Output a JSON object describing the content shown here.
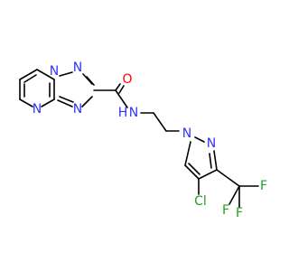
{
  "colors": {
    "bond": "#000000",
    "N": "#3333ff",
    "O": "#ff0000",
    "Cl": "#1fa01f",
    "F": "#1fa01f"
  },
  "atoms": {
    "n_pyrimidine": {
      "text": "N",
      "element": "N"
    },
    "n_bridge": {
      "text": "N",
      "element": "N"
    },
    "n_triazole_top": {
      "text": "N",
      "element": "N"
    },
    "n_triazole_bottom": {
      "text": "N",
      "element": "N"
    },
    "o_carbonyl": {
      "text": "O",
      "element": "O"
    },
    "n_amide": {
      "text": "N",
      "element": "N"
    },
    "h_amide": {
      "text": "H",
      "element": "N"
    },
    "n_pyrazole_1": {
      "text": "N",
      "element": "N"
    },
    "n_pyrazole_2": {
      "text": "N",
      "element": "N"
    },
    "cl": {
      "text": "Cl",
      "element": "Cl"
    },
    "f_1": {
      "text": "F",
      "element": "F"
    },
    "f_2": {
      "text": "F",
      "element": "F"
    },
    "f_3": {
      "text": "F",
      "element": "F"
    }
  }
}
